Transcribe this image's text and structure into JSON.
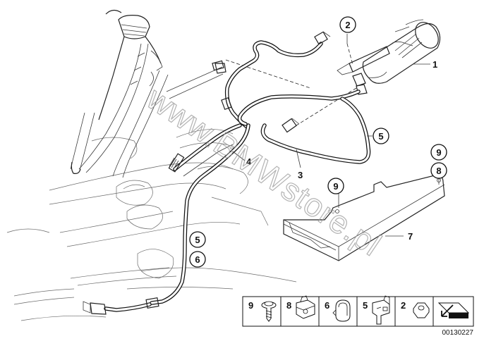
{
  "callouts": {
    "c1": "1",
    "c2": "2",
    "c3": "3",
    "c4": "4",
    "c5a": "5",
    "c5b": "5",
    "c6": "6",
    "c7": "7",
    "c8": "8",
    "c9a": "9",
    "c9b": "9"
  },
  "legend": [
    {
      "num": "9",
      "icon": "screw-icon"
    },
    {
      "num": "8",
      "icon": "clip-nut-icon"
    },
    {
      "num": "6",
      "icon": "hose-clamp-icon"
    },
    {
      "num": "5",
      "icon": "holder-clip-icon"
    },
    {
      "num": "2",
      "icon": "hex-nut-icon"
    },
    {
      "num": "",
      "icon": "arrow-icon"
    }
  ],
  "watermark": "www.BMWstore.pl",
  "doc_number": "00130227"
}
